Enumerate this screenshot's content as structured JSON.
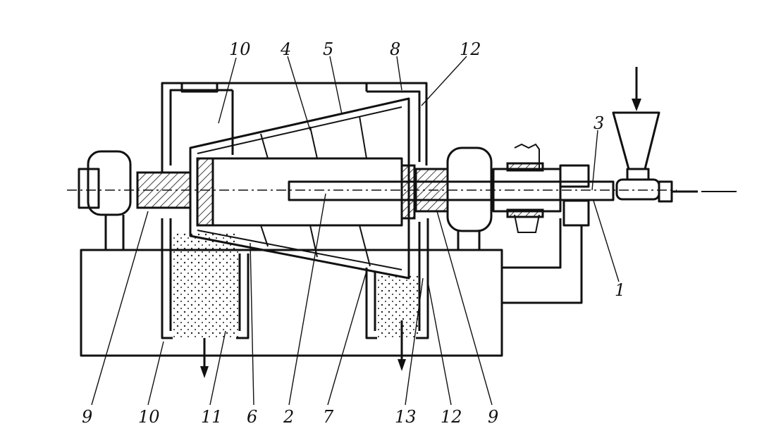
{
  "callouts": {
    "c10_top": "10",
    "c4": "4",
    "c5": "5",
    "c8": "8",
    "c12_top": "12",
    "c3": "3",
    "c1": "1",
    "c9_left": "9",
    "c10_bottom": "10",
    "c11": "11",
    "c6": "6",
    "c2": "2",
    "c7": "7",
    "c13": "13",
    "c12_bottom": "12",
    "c9_right": "9"
  },
  "colors": {
    "ink": "#111111",
    "paper": "#ffffff"
  }
}
